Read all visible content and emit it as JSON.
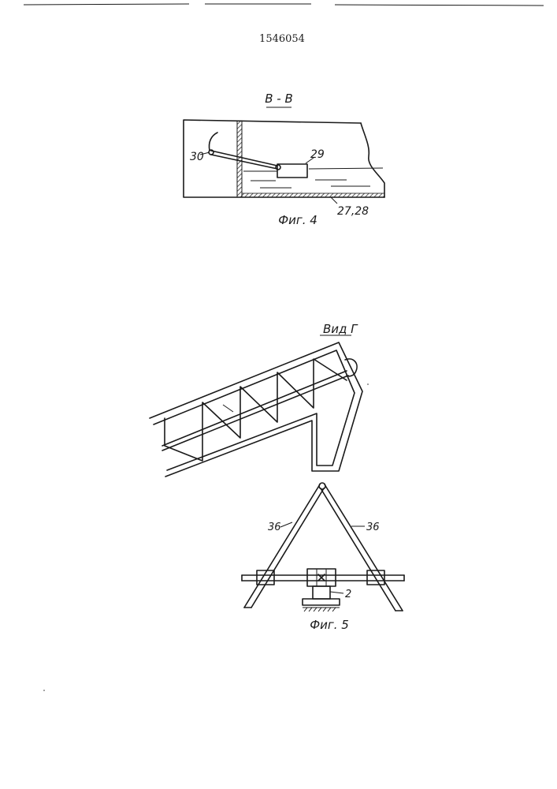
{
  "patent_number": "1546054",
  "fig4": {
    "section_label": "В - В",
    "caption": "Фиг. 4",
    "labels": {
      "lever": "30",
      "float": "29",
      "tank": "27,28"
    }
  },
  "fig5": {
    "view_label": "Вид Г",
    "caption": "Фиг. 5",
    "labels": {
      "strut_left": "36",
      "strut_right": "36",
      "drive": "2"
    }
  }
}
